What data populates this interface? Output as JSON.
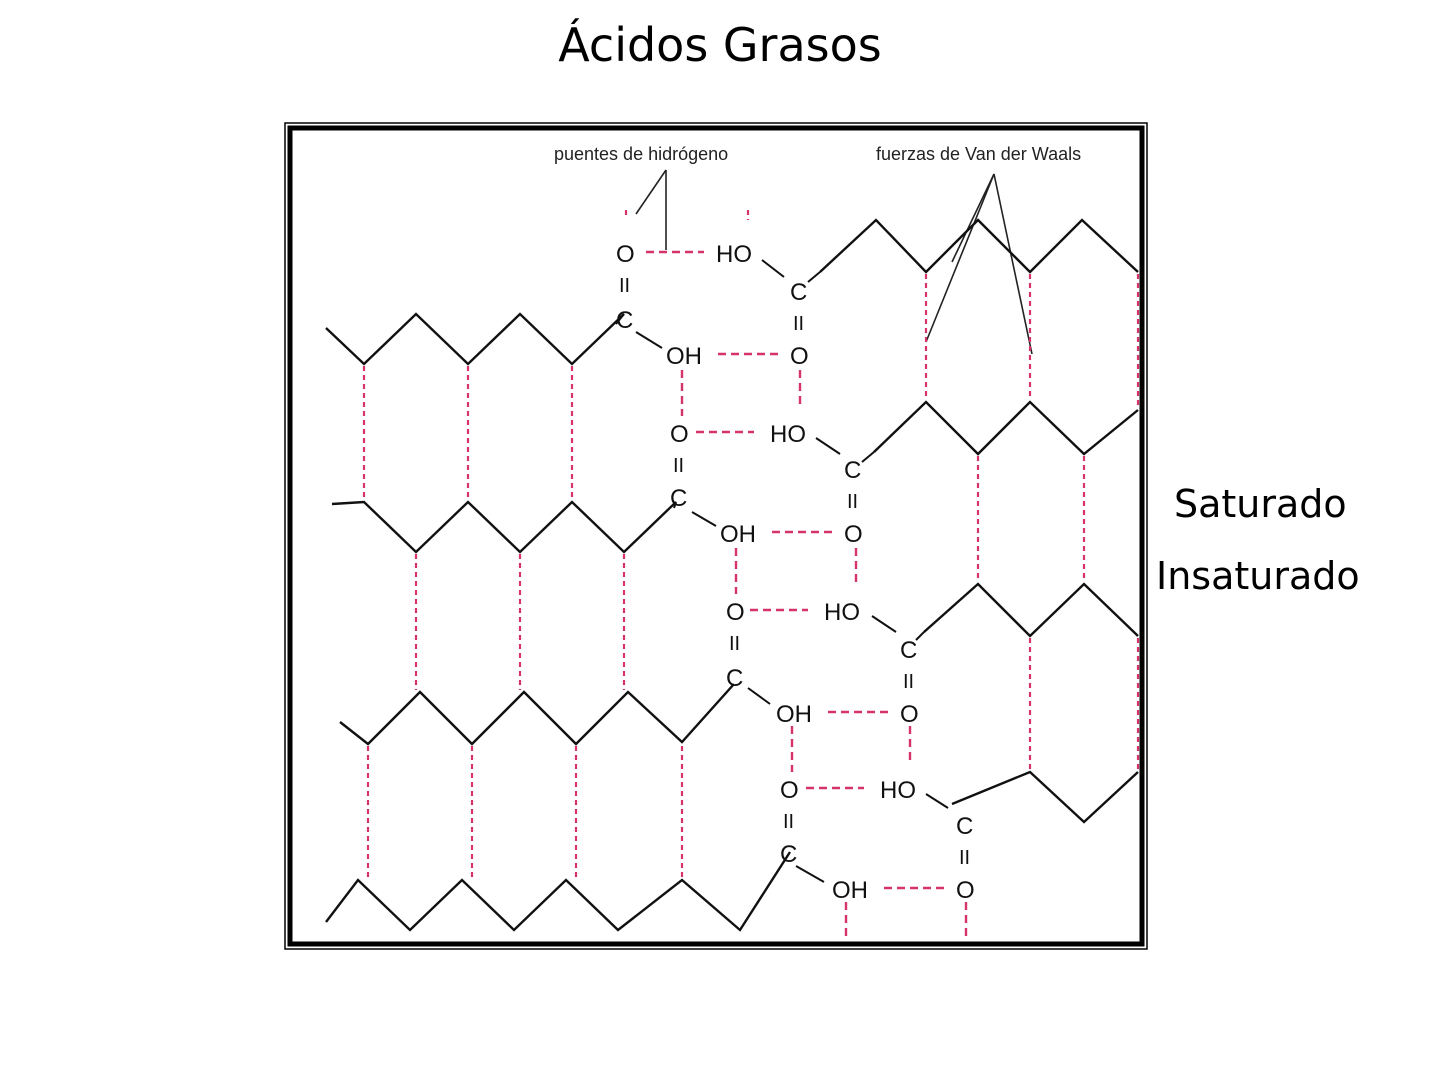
{
  "slide": {
    "title": "Ácidos Grasos",
    "labels": {
      "saturado": "Saturado",
      "insaturado": "Insaturado"
    }
  },
  "diagram": {
    "annotations": {
      "hydrogen_bonds": "puentes de hidrógeno",
      "van_der_waals": "fuerzas de Van der Waals"
    },
    "atoms": {
      "o": "O",
      "c": "C",
      "oh": "OH",
      "ho": "HO",
      "double_bond": "II"
    },
    "colors": {
      "bond_line": "#111111",
      "interaction_dash": "#d6336c",
      "frame": "#000000"
    }
  }
}
